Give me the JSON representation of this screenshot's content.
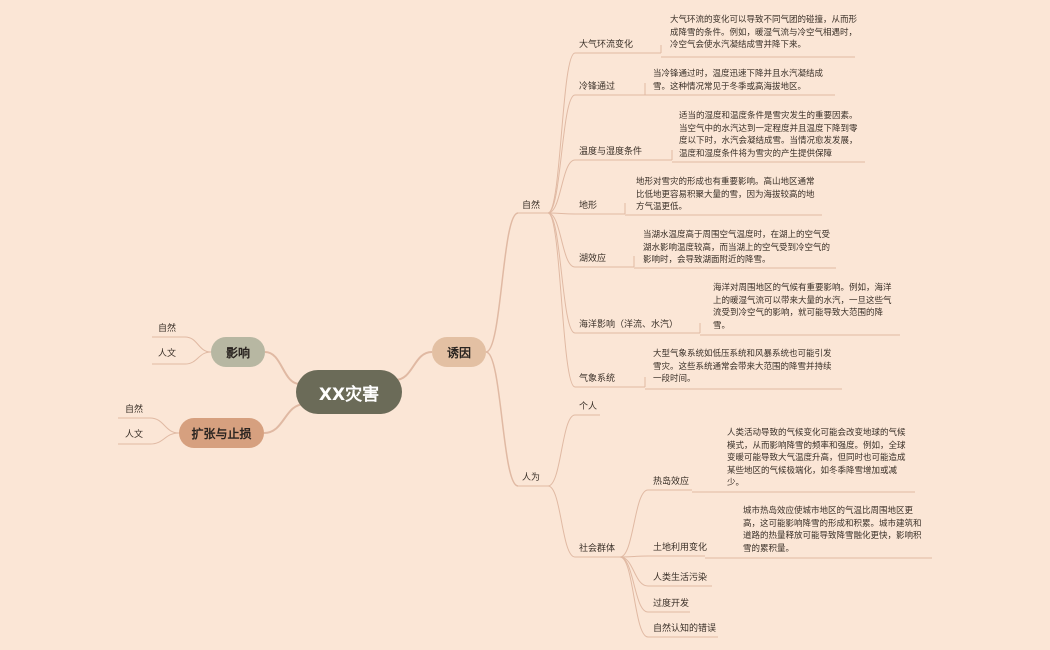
{
  "center": "XX灾害",
  "cause": {
    "label": "诱因",
    "nature": {
      "label": "自然",
      "items": [
        {
          "label": "大气环流变化",
          "desc": "大气环流的变化可以导致不同气团的碰撞，从而形成降雪的条件。例如，暖湿气流与冷空气相遇时，冷空气会使水汽凝结成雪并降下来。"
        },
        {
          "label": "冷锋通过",
          "desc": "当冷锋通过时，温度迅速下降并且水汽凝结成雪。这种情况常见于冬季或高海拔地区。"
        },
        {
          "label": "温度与湿度条件",
          "desc": "适当的湿度和温度条件是雪灾发生的重要因素。当空气中的水汽达到一定程度并且温度下降到零度以下时，水汽会凝结成雪。当情况愈发发展，温度和湿度条件将为雪灾的产生提供保障"
        },
        {
          "label": "地形",
          "desc": "地形对雪灾的形成也有重要影响。高山地区通常比低地更容易积聚大量的雪，因为海拔较高的地方气温更低。"
        },
        {
          "label": "湖效应",
          "desc": "当湖水温度高于周围空气温度时，在湖上的空气受湖水影响温度较高，而当湖上的空气受到冷空气的影响时，会导致湖面附近的降雪。"
        },
        {
          "label": "海洋影响（洋流、水汽）",
          "desc": "海洋对周围地区的气候有重要影响。例如，海洋上的暖湿气流可以带来大量的水汽，一旦这些气流受到冷空气的影响，就可能导致大范围的降雪。"
        },
        {
          "label": "气象系统",
          "desc": "大型气象系统如低压系统和风暴系统也可能引发雪灾。这些系统通常会带来大范围的降雪并持续一段时间。"
        }
      ]
    },
    "human": {
      "label": "人为",
      "individual": "个人",
      "society": {
        "label": "社会群体",
        "items": [
          {
            "label": "热岛效应",
            "desc": "人类活动导致的气候变化可能会改变地球的气候模式，从而影响降雪的频率和强度。例如，全球变暖可能导致大气温度升高，但同时也可能造成某些地区的气候极端化，如冬季降雪增加或减少。"
          },
          {
            "label": "土地利用变化",
            "desc": "城市热岛效应使城市地区的气温比周围地区更高，这可能影响降雪的形成和积累。城市建筑和道路的热量释放可能导致降雪融化更快，影响积雪的累积量。"
          },
          {
            "label": "人类生活污染",
            "desc": ""
          },
          {
            "label": "过度开发",
            "desc": ""
          },
          {
            "label": "自然认知的错误",
            "desc": ""
          }
        ]
      }
    }
  },
  "impact": {
    "label": "影响",
    "children": [
      "自然",
      "人文"
    ]
  },
  "expand": {
    "label": "扩张与止损",
    "children": [
      "自然",
      "人文"
    ]
  },
  "colors": {
    "background": "#fbe6d6",
    "center": "#6b6b58",
    "cause": "#e3c0a3",
    "impact": "#b7b7a2",
    "expand": "#d6a07f",
    "line": "#e0b9a3"
  }
}
